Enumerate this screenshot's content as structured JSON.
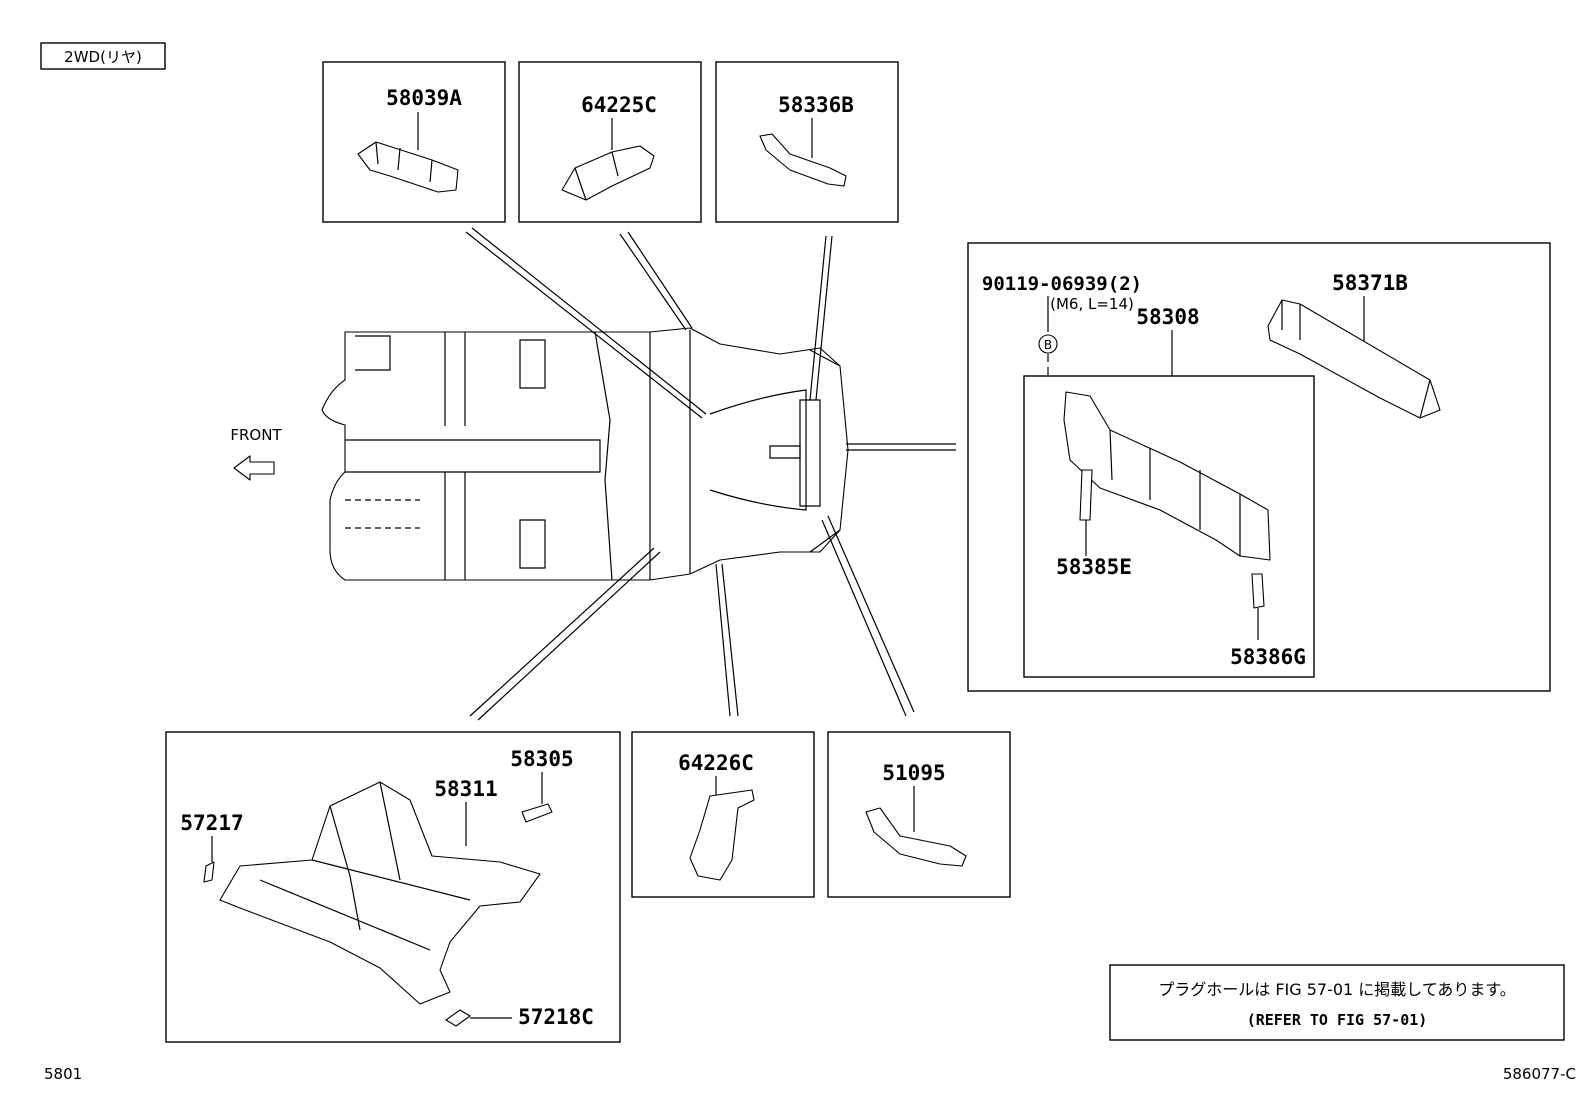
{
  "variant_label": "2WD(リヤ)",
  "front_label": "FRONT",
  "parts": {
    "p58039A": "58039A",
    "p64225C": "64225C",
    "p58336B": "58336B",
    "p90119": "90119-06939(2)",
    "p90119_spec": "(M6, L=14)",
    "bolt_marker": "B",
    "p58371B": "58371B",
    "p58308": "58308",
    "p58385E": "58385E",
    "p58386G": "58386G",
    "p58305": "58305",
    "p58311": "58311",
    "p57217": "57217",
    "p57218C": "57218C",
    "p64226C": "64226C",
    "p51095": "51095"
  },
  "note": {
    "line1": "プラグホールは FIG 57-01 に掲載してあります。",
    "line2": "(REFER TO FIG 57-01)"
  },
  "page_left_code": "5801",
  "page_right_code": "586077-C"
}
